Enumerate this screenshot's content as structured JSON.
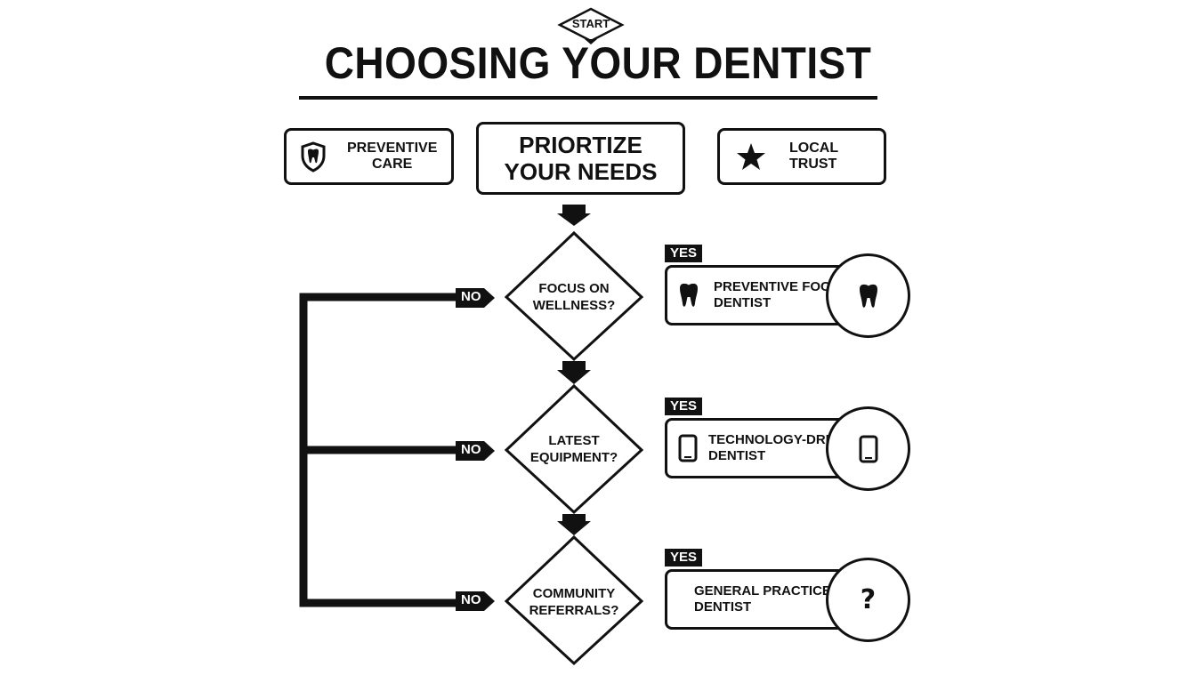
{
  "start_label": "START",
  "title": "CHOOSING YOUR DENTIST",
  "top_row": {
    "left": {
      "label_line1": "PREVENTIVE",
      "label_line2": "CARE",
      "icon": "shield-tooth-icon"
    },
    "center": {
      "label_line1": "PRIORTIZE",
      "label_line2": "YOUR NEEDS"
    },
    "right": {
      "label_line1": "LOCAL",
      "label_line2": "TRUST",
      "icon": "star-icon"
    }
  },
  "decisions": [
    {
      "question_line1": "FOCUS ON",
      "question_line2": "WELLNESS?",
      "no_label": "NO",
      "yes_label": "YES",
      "result_line1": "PREVENTIVE FOCUS",
      "result_line2": "DENTIST",
      "icon": "tooth-icon"
    },
    {
      "question_line1": "LATEST",
      "question_line2": "EQUIPMENT?",
      "no_label": "NO",
      "yes_label": "YES",
      "result_line1": "TECHNOLOGY-DRIVEN",
      "result_line2": "DENTIST",
      "icon": "tablet-icon"
    },
    {
      "question_line1": "COMMUNITY",
      "question_line2": "REFERRALS?",
      "no_label": "NO",
      "yes_label": "YES",
      "result_line1": "GENERAL PRACTICE",
      "result_line2": "DENTIST",
      "icon_glyph": "?",
      "icon": "question-mark-icon"
    }
  ],
  "colors": {
    "ink": "#111111",
    "background": "#ffffff"
  }
}
